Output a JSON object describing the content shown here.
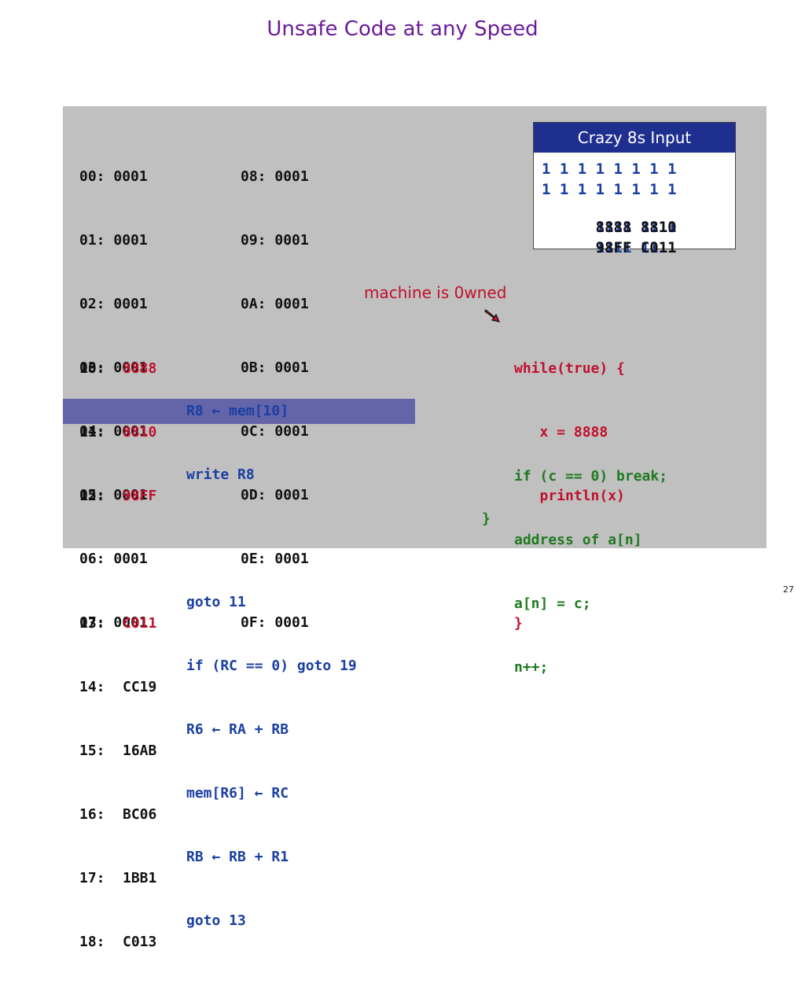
{
  "slide": {
    "title": "Unsafe Code at any Speed",
    "page_number": "27"
  },
  "memory_left": [
    {
      "addr": "00:",
      "val": "0001"
    },
    {
      "addr": "01:",
      "val": "0001"
    },
    {
      "addr": "02:",
      "val": "0001"
    },
    {
      "addr": "03:",
      "val": "0001"
    },
    {
      "addr": "04:",
      "val": "0001"
    },
    {
      "addr": "05:",
      "val": "0001"
    },
    {
      "addr": "06:",
      "val": "0001"
    },
    {
      "addr": "07:",
      "val": "0001"
    }
  ],
  "memory_right": [
    {
      "addr": "08:",
      "val": "0001"
    },
    {
      "addr": "09:",
      "val": "0001"
    },
    {
      "addr": "0A:",
      "val": "0001"
    },
    {
      "addr": "0B:",
      "val": "0001"
    },
    {
      "addr": "0C:",
      "val": "0001"
    },
    {
      "addr": "0D:",
      "val": "0001"
    },
    {
      "addr": "0E:",
      "val": "0001"
    },
    {
      "addr": "0F:",
      "val": "0001"
    }
  ],
  "program": [
    {
      "addr": "10:",
      "code": "8888",
      "asm": ""
    },
    {
      "addr": "11:",
      "code": "8810",
      "asm": "R8 ← mem[10]"
    },
    {
      "addr": "12:",
      "code": "98FF",
      "asm": "write R8"
    },
    {
      "addr": "13:",
      "code": "C011",
      "asm": "goto 11"
    },
    {
      "addr": "14:",
      "code": "CC19",
      "asm": "if (RC == 0) goto 19"
    },
    {
      "addr": "15:",
      "code": "16AB",
      "asm": "R6 ← RA + RB"
    },
    {
      "addr": "16:",
      "code": "BC06",
      "asm": "mem[R6] ← RC"
    },
    {
      "addr": "17:",
      "code": "1BB1",
      "asm": "RB ← RB + R1"
    },
    {
      "addr": "18:",
      "code": "C013",
      "asm": "goto 13"
    }
  ],
  "java_top": [
    "while(true) {",
    "   x = 8888",
    "   println(x)",
    "",
    "}"
  ],
  "java_bottom": [
    "if (c == 0) break;",
    "address of a[n]",
    "a[n] = c;",
    "n++;"
  ],
  "java_close": "}",
  "crazy8": {
    "title": "Crazy 8s Input",
    "row1": "1 1 1 1 1 1 1 1",
    "row2": "1 1 1 1 1 1 1 1",
    "row3_under": "1111 1111",
    "row3_over": "8888 8810",
    "row4_under": "1111 1111",
    "row4_over": "98FF C011"
  },
  "annotation": "machine is 0wned",
  "colors": {
    "highlight": "#6464a8",
    "panel": "#c0c0c0",
    "title": "#6a1b9a"
  }
}
